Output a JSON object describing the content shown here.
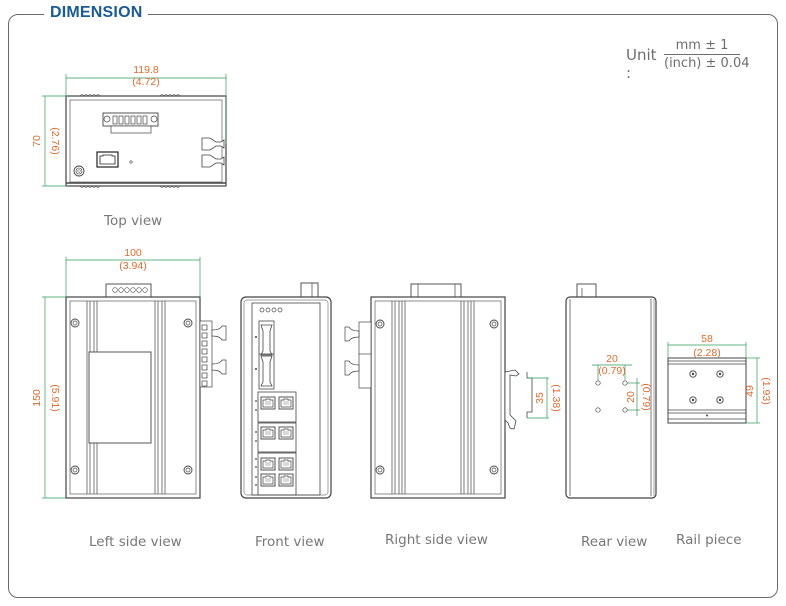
{
  "header": {
    "title": "DIMENSION",
    "unit_label": "Unit :",
    "unit_numerator": "mm ± 1",
    "unit_denominator": "(inch) ± 0.04"
  },
  "colors": {
    "title": "#1a5a96",
    "dimension_text": "#e06a2c",
    "dimension_line": "#2e9a5a",
    "outline": "#444444",
    "caption": "#777777"
  },
  "views": {
    "top": {
      "caption": "Top view",
      "width_mm": "119.8",
      "width_in": "(4.72)",
      "height_mm": "70",
      "height_in": "(2.76)"
    },
    "left_side": {
      "caption": "Left side view",
      "width_mm": "100",
      "width_in": "(3.94)",
      "height_mm": "150",
      "height_in": "(5.91)"
    },
    "front": {
      "caption": "Front view"
    },
    "right_side": {
      "caption": "Right side view",
      "rail_mm": "35",
      "rail_in": "(1.38)"
    },
    "rear": {
      "caption": "Rear view",
      "hole_h_mm": "20",
      "hole_h_in": "(0.79)",
      "hole_v_mm": "20",
      "hole_v_in": "(0.79)"
    },
    "rail_piece": {
      "caption": "Rail piece",
      "width_mm": "58",
      "width_in": "(2.28)",
      "height_mm": "49",
      "height_in": "(1.93)"
    }
  }
}
